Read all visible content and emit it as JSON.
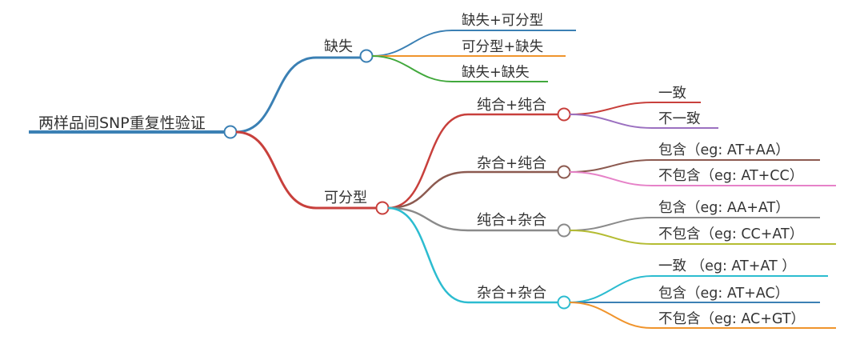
{
  "mindmap": {
    "root": {
      "label": "两样品间SNP重复性验证"
    },
    "branch_missing": {
      "label": "缺失",
      "color": "#3b80b4",
      "leaves": [
        {
          "label": "缺失+可分型",
          "color": "#3b80b4"
        },
        {
          "label": "可分型+缺失",
          "color": "#f0942c"
        },
        {
          "label": "缺失+缺失",
          "color": "#41a83c"
        }
      ]
    },
    "branch_typable": {
      "label": "可分型",
      "color": "#c8403c",
      "groups": [
        {
          "label": "纯合+纯合",
          "color": "#c8403c",
          "leaves": [
            {
              "label": "一致",
              "color": "#c8403c"
            },
            {
              "label": "不一致",
              "color": "#9b70c0"
            }
          ]
        },
        {
          "label": "杂合+纯合",
          "color": "#8c5a50",
          "leaves": [
            {
              "label": "包含（eg: AT+AA）",
              "color": "#8c5a50"
            },
            {
              "label": "不包含（eg: AT+CC）",
              "color": "#e682c8"
            }
          ]
        },
        {
          "label": "纯合+杂合",
          "color": "#8a8a8a",
          "leaves": [
            {
              "label": "包含（eg: AA+AT）",
              "color": "#8a8a8a"
            },
            {
              "label": "不包含（eg: CC+AT）",
              "color": "#b4bc32"
            }
          ]
        },
        {
          "label": "杂合+杂合",
          "color": "#2cbcd0",
          "leaves": [
            {
              "label": "一致 （eg: AT+AT ）",
              "color": "#2cbcd0"
            },
            {
              "label": "包含（eg: AT+AC）",
              "color": "#3b80b4"
            },
            {
              "label": "不包含（eg: AC+GT）",
              "color": "#f0942c"
            }
          ]
        }
      ]
    }
  }
}
